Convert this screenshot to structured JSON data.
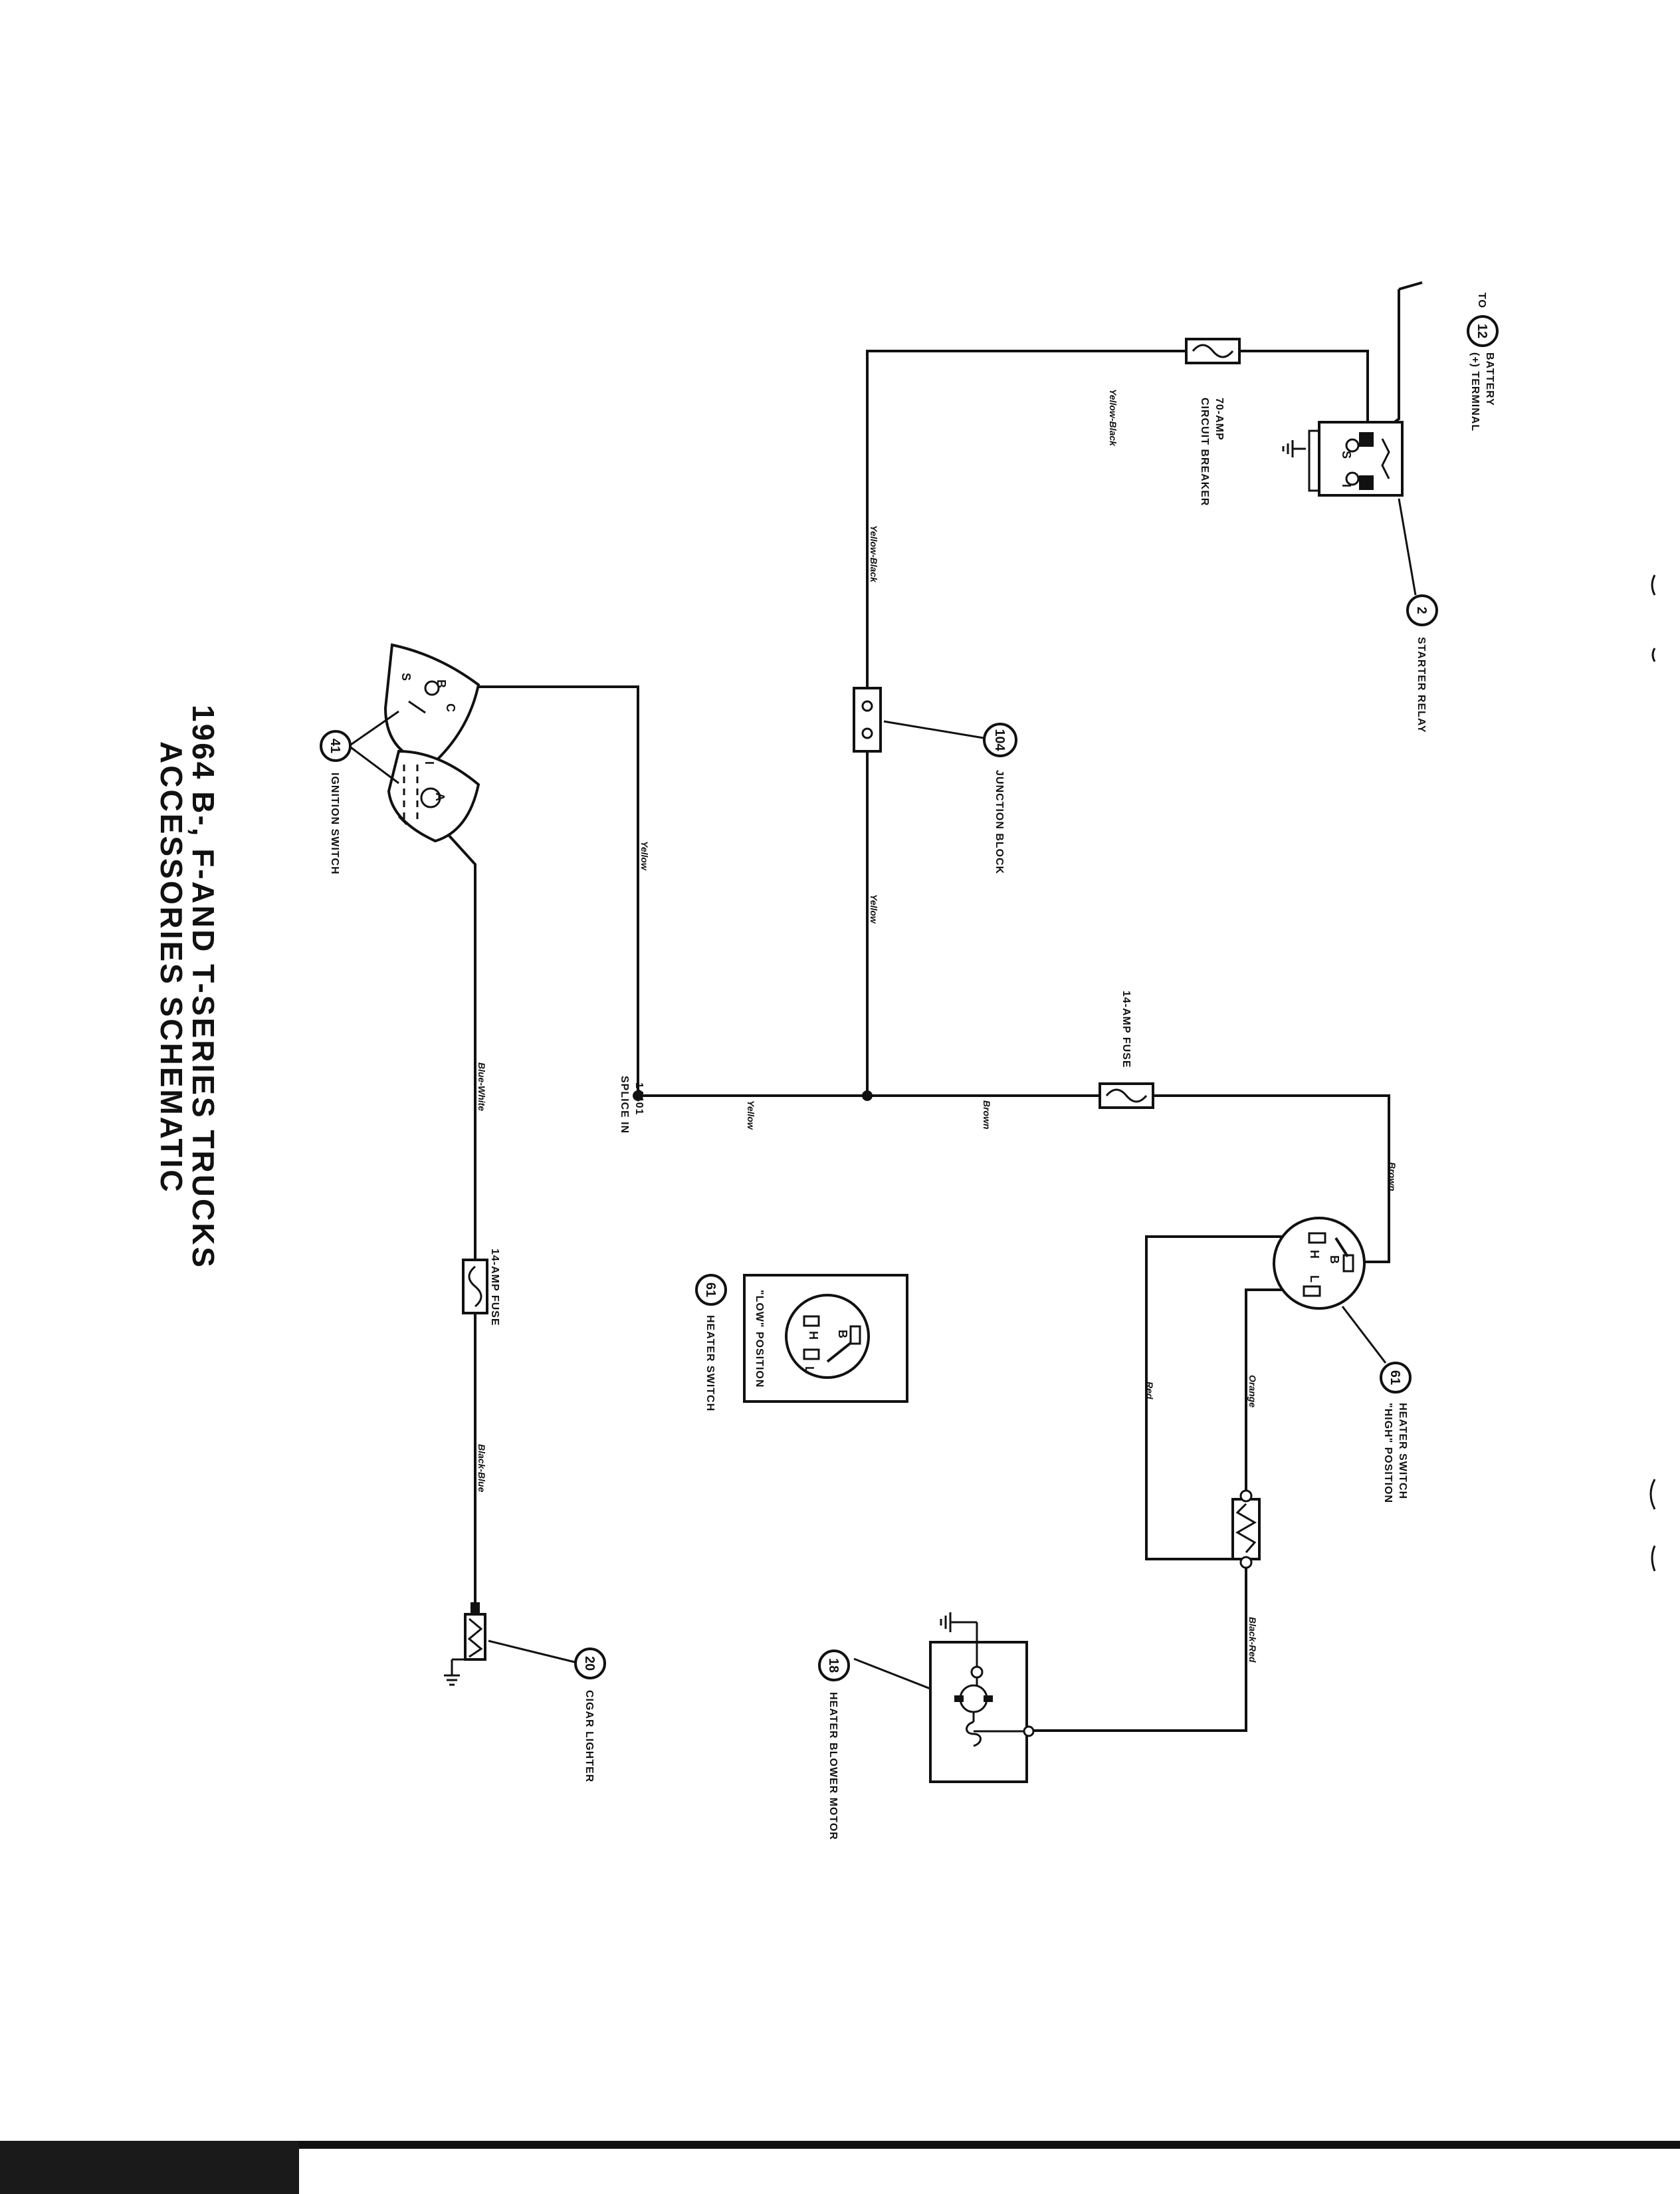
{
  "title": {
    "line1": "1964 B-, F-AND T-SERIES TRUCKS",
    "line2": "ACCESSORIES SCHEMATIC"
  },
  "components": {
    "battery": {
      "number": "12",
      "prefix": "TO",
      "label1": "BATTERY",
      "label2": "(+) TERMINAL"
    },
    "starter_relay": {
      "number": "2",
      "label": "STARTER RELAY",
      "terminals": [
        "S",
        "I"
      ]
    },
    "circuit_breaker": {
      "label1": "70-AMP",
      "label2": "CIRCUIT BREAKER"
    },
    "junction_block": {
      "number": "104",
      "label": "JUNCTION BLOCK"
    },
    "fuse_heater": {
      "label": "14-AMP FUSE"
    },
    "splice": {
      "label1": "SPLICE IN",
      "label2": "14401"
    },
    "ignition_switch": {
      "number": "41",
      "label": "IGNITION SWITCH",
      "terminals": [
        "B",
        "C",
        "S",
        "A",
        "I"
      ]
    },
    "fuse_lighter": {
      "label": "14-AMP FUSE"
    },
    "cigar_lighter": {
      "number": "20",
      "label": "CIGAR LIGHTER"
    },
    "heater_switch_high": {
      "number": "61",
      "label1": "HEATER SWITCH",
      "label2": "\"HIGH\" POSITION",
      "terminals": [
        "B",
        "H",
        "L"
      ]
    },
    "heater_switch_low": {
      "number": "61",
      "label1": "\"LOW\" POSITION",
      "label2": "HEATER SWITCH",
      "terminals": [
        "B",
        "H",
        "L"
      ]
    },
    "heater_blower_motor": {
      "number": "18",
      "label": "HEATER BLOWER MOTOR"
    }
  },
  "wire_colors": {
    "breaker_to_junction_top": "Yellow-Black",
    "breaker_to_junction": "Yellow-Black",
    "ignition_to_splice": "Yellow",
    "junction_down": "Yellow",
    "splice_to_junction": "Yellow",
    "junction_to_fuse": "Brown",
    "fuse_to_switch": "Brown",
    "ignition_to_fuse": "Blue-White",
    "fuse_to_lighter": "Black-Blue",
    "switch_red": "Red",
    "switch_orange": "Orange",
    "resistor_to_motor": "Black-Red"
  }
}
